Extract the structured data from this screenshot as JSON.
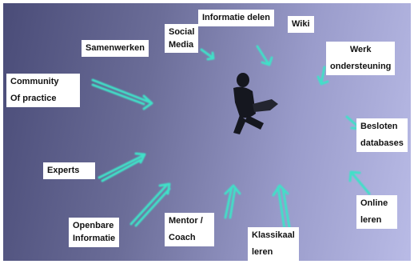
{
  "diagram": {
    "center_figure": "person-silhouette",
    "colors": {
      "background_left": "#4a4c78",
      "background_right": "#b9bbe6",
      "arrow": "#3fe0c8",
      "label_bg": "#ffffff",
      "label_text": "#111111"
    },
    "labels": {
      "informatie_delen": "Informatie delen",
      "wiki": "Wiki",
      "social_media_1": "Social",
      "social_media_2": "Media",
      "samenwerken": "Samenwerken",
      "werk_1": "Werk",
      "werk_2": "ondersteuning",
      "community_1": "Community",
      "community_2": "Of practice",
      "besloten_1": "Besloten",
      "besloten_2": "databases",
      "experts": "Experts",
      "online_1": "Online",
      "online_2": "leren",
      "openbare_1": "Openbare",
      "openbare_2": "Informatie",
      "mentor_1": "Mentor /",
      "mentor_2": "Coach",
      "klassikaal_1": "Klassikaal",
      "klassikaal_2": "leren"
    }
  }
}
